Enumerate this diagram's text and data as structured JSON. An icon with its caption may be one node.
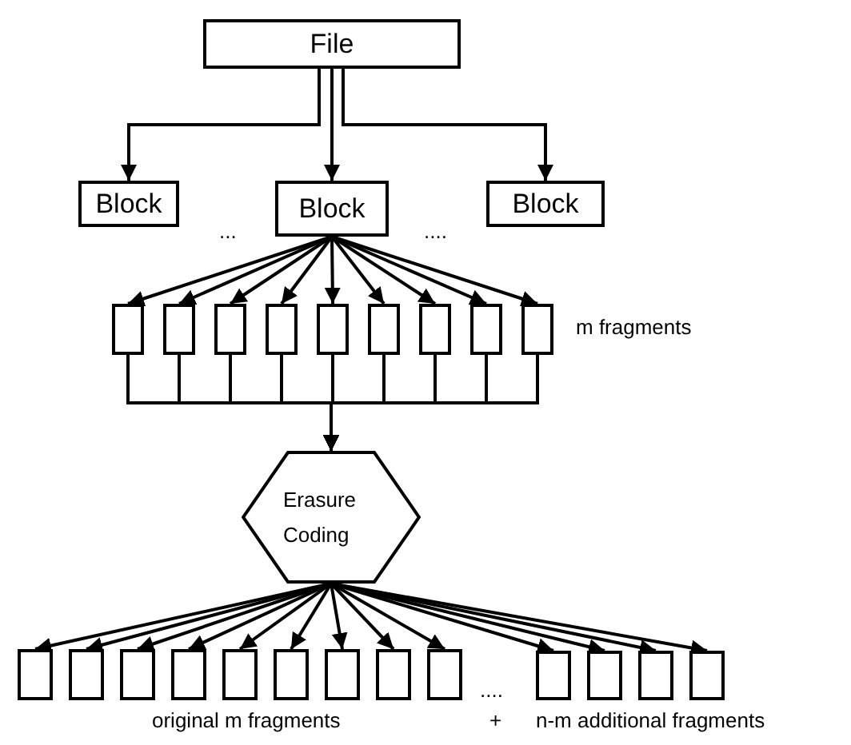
{
  "diagram": {
    "nodes": [
      {
        "text": [
          "File"
        ]
      },
      {
        "text": [
          "Block"
        ]
      },
      {
        "text": [
          "Block"
        ]
      },
      {
        "text": [
          "Block"
        ]
      },
      {
        "text": [],
        "shape": "box"
      },
      {
        "text": [],
        "shape": "box"
      },
      {
        "text": [],
        "shape": "box"
      },
      {
        "text": [],
        "shape": "box"
      },
      {
        "text": [],
        "shape": "box"
      },
      {
        "text": [],
        "shape": "box"
      },
      {
        "text": [],
        "shape": "box"
      },
      {
        "text": [],
        "shape": "box"
      },
      {
        "text": [],
        "shape": "box"
      },
      {
        "text": [
          "Erasure Coding"
        ]
      },
      {
        "text": [],
        "shape": "box"
      },
      {
        "text": [],
        "shape": "box"
      },
      {
        "text": [],
        "shape": "box"
      },
      {
        "text": [],
        "shape": "box"
      },
      {
        "text": [],
        "shape": "box"
      },
      {
        "text": [],
        "shape": "box"
      },
      {
        "text": [],
        "shape": "box"
      },
      {
        "text": [],
        "shape": "box"
      },
      {
        "text": [],
        "shape": "box"
      },
      {
        "text": [],
        "shape": "box"
      },
      {
        "text": [],
        "shape": "box"
      },
      {
        "text": [],
        "shape": "box"
      },
      {
        "text": [],
        "shape": "box"
      }
    ],
    "edges": [
      {
        "from": 0,
        "to": 1,
        "arrow": "to"
      },
      {
        "from": 0,
        "to": 2,
        "arrow": "to"
      },
      {
        "from": 0,
        "to": 3,
        "arrow": "to"
      },
      {
        "from": 2,
        "to": 4,
        "arrow": "to"
      },
      {
        "from": 2,
        "to": 5,
        "arrow": "to"
      },
      {
        "from": 2,
        "to": 6,
        "arrow": "to"
      },
      {
        "from": 2,
        "to": 7,
        "arrow": "to"
      },
      {
        "from": 2,
        "to": 8,
        "arrow": "to"
      },
      {
        "from": 2,
        "to": 9,
        "arrow": "to"
      },
      {
        "from": 2,
        "to": 10,
        "arrow": "to"
      },
      {
        "from": 2,
        "to": 11,
        "arrow": "to"
      },
      {
        "from": 2,
        "to": 12,
        "arrow": "to"
      },
      {
        "from": 4,
        "to": 13,
        "arrow": "to"
      },
      {
        "from": 5,
        "to": 13,
        "arrow": "to"
      },
      {
        "from": 6,
        "to": 13,
        "arrow": "to"
      },
      {
        "from": 7,
        "to": 13,
        "arrow": "to"
      },
      {
        "from": 8,
        "to": 13,
        "arrow": "to"
      },
      {
        "from": 9,
        "to": 13,
        "arrow": "to"
      },
      {
        "from": 10,
        "to": 13,
        "arrow": "to"
      },
      {
        "from": 11,
        "to": 13,
        "arrow": "to"
      },
      {
        "from": 12,
        "to": 13,
        "arrow": "to"
      },
      {
        "from": 13,
        "to": 14,
        "arrow": "to"
      },
      {
        "from": 13,
        "to": 15,
        "arrow": "to"
      },
      {
        "from": 13,
        "to": 16,
        "arrow": "to"
      },
      {
        "from": 13,
        "to": 17,
        "arrow": "to"
      },
      {
        "from": 13,
        "to": 18,
        "arrow": "to"
      },
      {
        "from": 13,
        "to": 19,
        "arrow": "to"
      },
      {
        "from": 13,
        "to": 20,
        "arrow": "to"
      },
      {
        "from": 13,
        "to": 21,
        "arrow": "to"
      },
      {
        "from": 13,
        "to": 22,
        "arrow": "to"
      },
      {
        "from": 13,
        "to": 23,
        "arrow": "to"
      },
      {
        "from": 13,
        "to": 24,
        "arrow": "to"
      },
      {
        "from": 13,
        "to": 25,
        "arrow": "to"
      },
      {
        "from": 13,
        "to": 26,
        "arrow": "to"
      }
    ],
    "labels": [
      "...",
      "....",
      "m fragments",
      "....",
      "original m fragments",
      "+",
      "n-m additional fragments"
    ]
  }
}
